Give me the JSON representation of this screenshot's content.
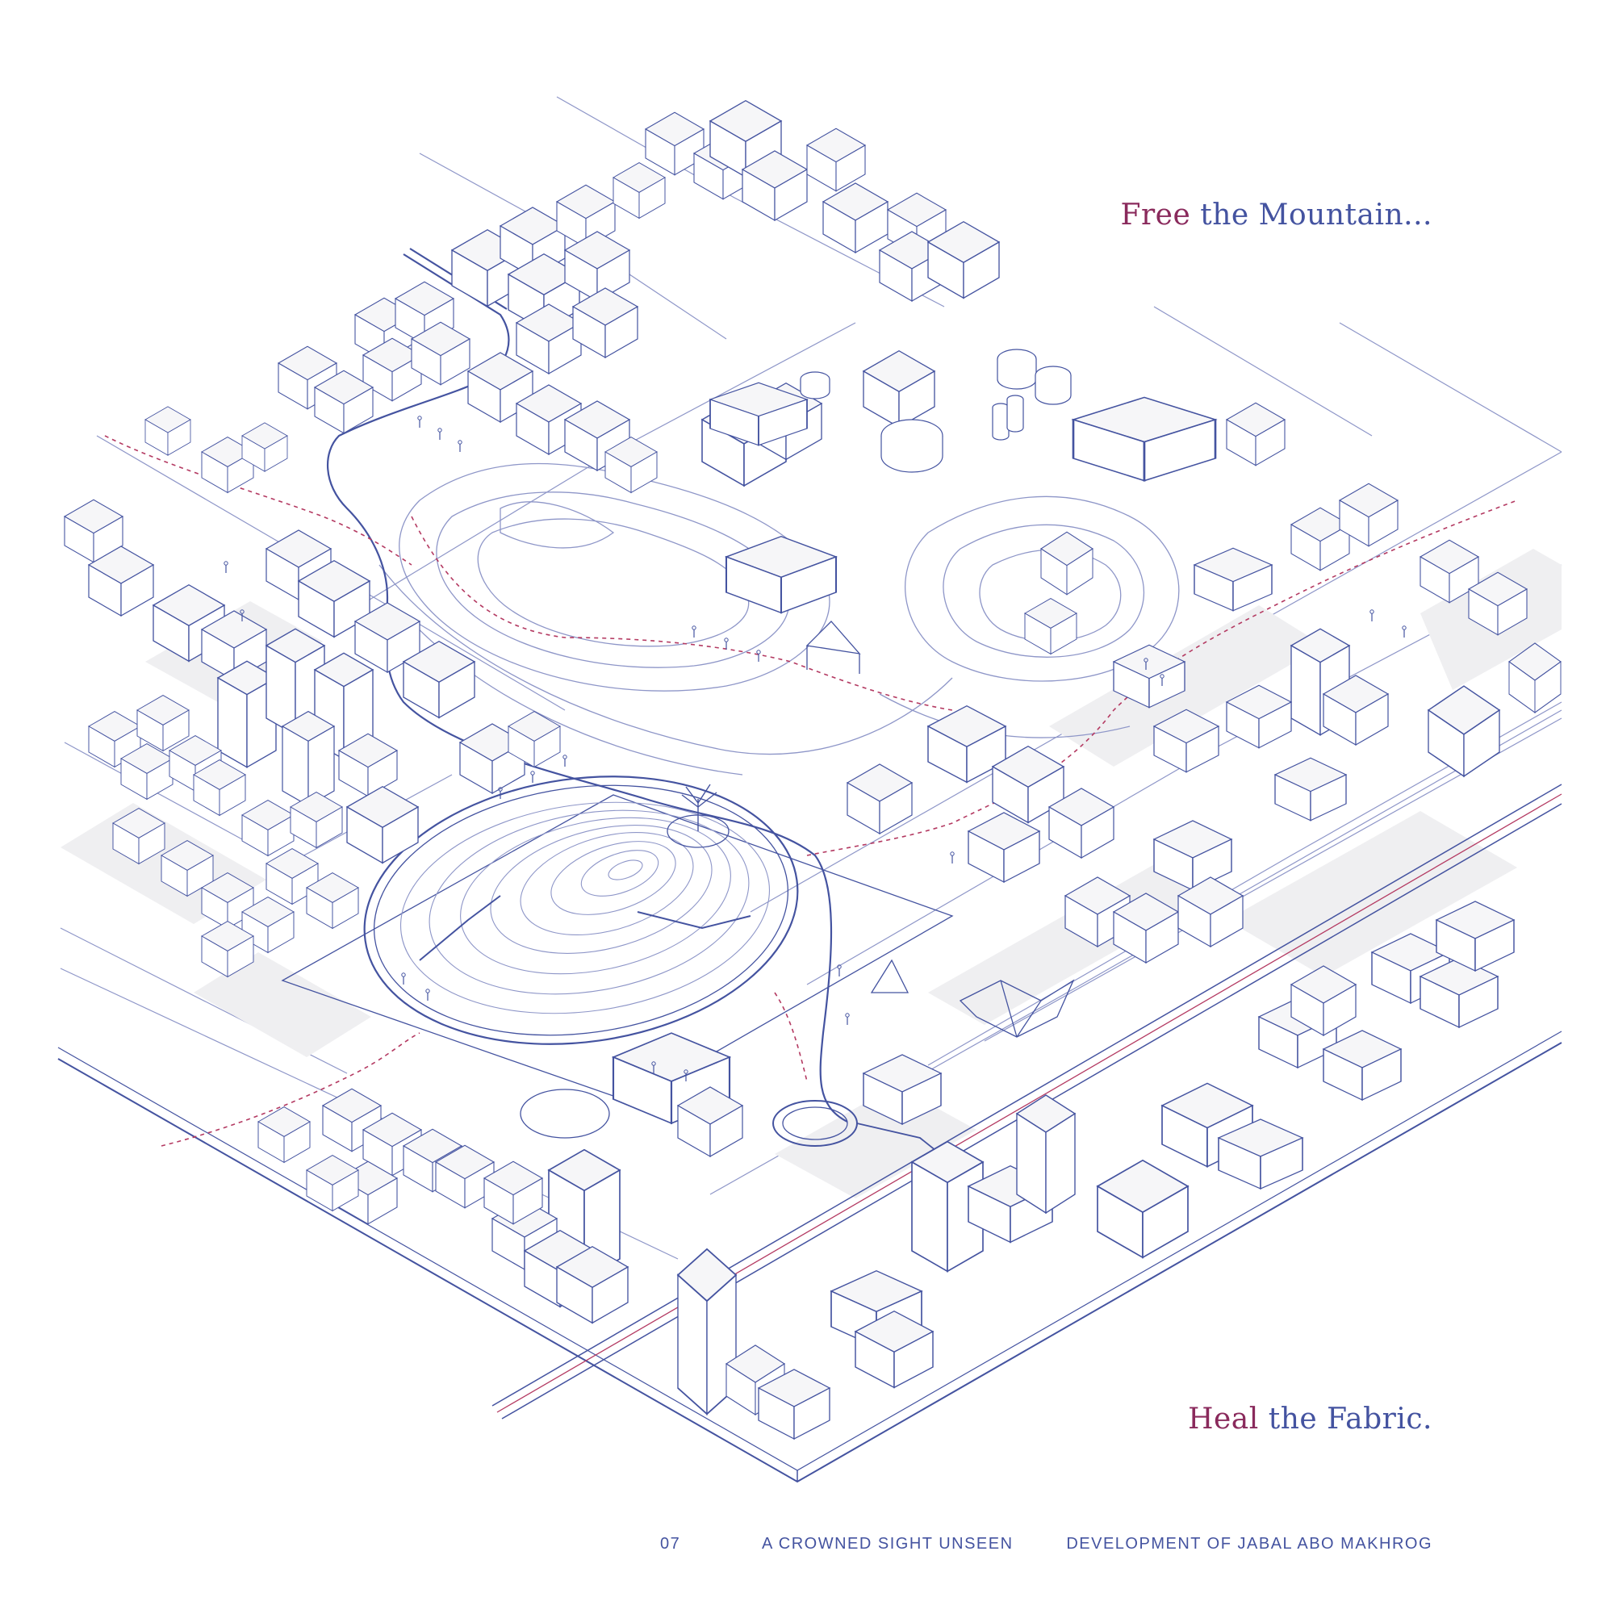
{
  "headings": {
    "top": {
      "accent": "Free",
      "rest": " the Mountain..."
    },
    "bottom": {
      "accent": "Heal",
      "rest": " the Fabric."
    }
  },
  "footer": {
    "page_number": "07",
    "project_title": "A CROWNED SIGHT UNSEEN",
    "project_subtitle": "DEVELOPMENT OF JABAL ABO MAKHROG"
  },
  "colors": {
    "line": "#4453a0",
    "line_light": "#8e96c8",
    "fill": "#efeff1",
    "accent": "#8a2a5c",
    "path_dashed": "#b43a62"
  }
}
